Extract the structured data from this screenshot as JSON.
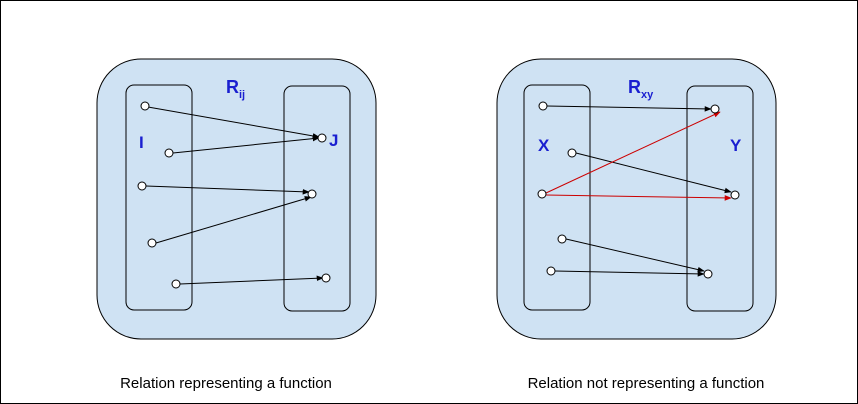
{
  "colors": {
    "panel_fill": "#cfe2f3",
    "outline": "#000000",
    "label": "#1a1fd0",
    "arrow": "#000000",
    "arrow_highlight": "#cc0000"
  },
  "left_panel": {
    "relation": "R",
    "relation_sub": "ij",
    "domain_label": "I",
    "codomain_label": "J",
    "caption": "Relation representing a function"
  },
  "right_panel": {
    "relation": "R",
    "relation_sub": "xy",
    "domain_label": "X",
    "codomain_label": "Y",
    "caption": "Relation not representing a function"
  }
}
